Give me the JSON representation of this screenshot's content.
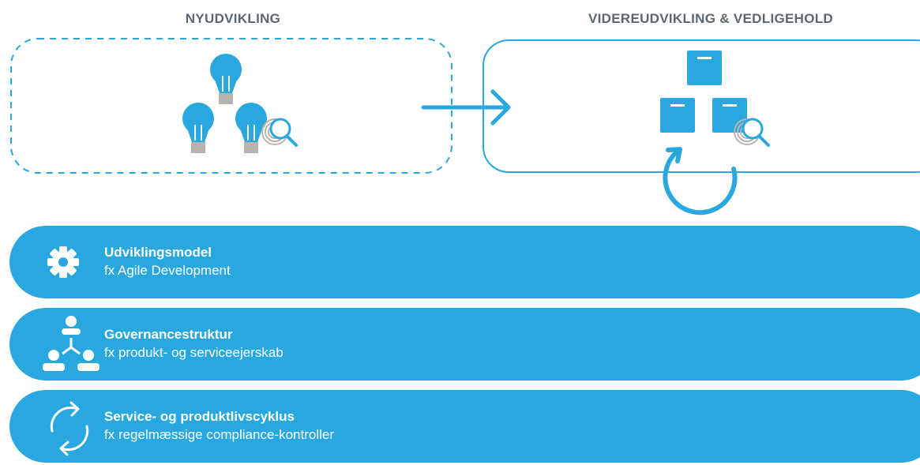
{
  "headings": {
    "new_development": "NYUDVIKLING",
    "further_development": "VIDEREUDVIKLING & VEDLIGEHOLD"
  },
  "colors": {
    "accent": "#29a8e0",
    "heading_text": "#5b6770",
    "bulb_base": "#b8b4ad",
    "pill_text": "#ffffff"
  },
  "icons": {
    "new_development": [
      "lightbulb-icon",
      "lightbulb-icon",
      "lightbulb-icon",
      "fingerprint-search-icon"
    ],
    "further_development": [
      "box-icon",
      "box-icon",
      "box-icon",
      "fingerprint-search-icon",
      "cycle-arrow-icon"
    ],
    "flow": "arrow-right-icon"
  },
  "rows": [
    {
      "icon": "gear-icon",
      "title": "Udviklingsmodel",
      "subtitle": "fx Agile Development"
    },
    {
      "icon": "org-structure-icon",
      "title": "Governancestruktur",
      "subtitle": "fx produkt- og serviceejerskab"
    },
    {
      "icon": "refresh-cycle-icon",
      "title": "Service- og produktlivscyklus",
      "subtitle": "fx regelmæssige compliance-kontroller"
    }
  ]
}
